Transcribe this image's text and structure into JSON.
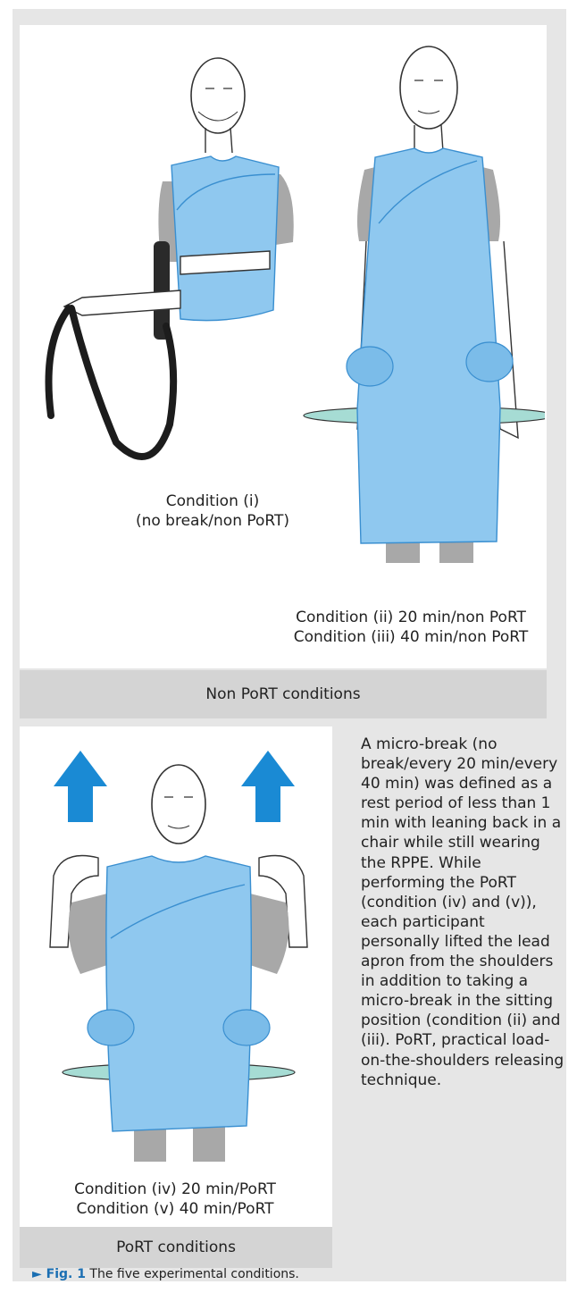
{
  "panels": {
    "non_port": {
      "band_label": "Non PoRT conditions",
      "caption_left": [
        "Condition (i)",
        "(no break/non PoRT)"
      ],
      "caption_right": [
        "Condition (ii) 20 min/non PoRT",
        "Condition (iii) 40 min/non PoRT"
      ]
    },
    "port": {
      "band_label": "PoRT conditions",
      "caption": [
        "Condition (iv) 20 min/PoRT",
        "Condition (v) 40 min/PoRT"
      ]
    }
  },
  "side_text": "A micro-break (no break/every 20 min/every 40 min) was defined as a rest period of less than 1 min with leaning back in a chair while still wearing the RPPE. While performing the PoRT (condition (iv) and (v)), each participant personally lifted the lead apron from the shoulders in addition to taking a micro-break in the sitting position (condition (ii) and (iii). PoRT, practical load-on-the-shoulders releasing technique.",
  "figure_caption": {
    "label": "Fig. 1",
    "text": "The five experimental conditions."
  },
  "colors": {
    "apron": "#8fc8ef",
    "apron_edge": "#3a8fd0",
    "arrow": "#1a8ad4",
    "shirt": "#a8a8a8",
    "ring": "#a6dcd4"
  }
}
